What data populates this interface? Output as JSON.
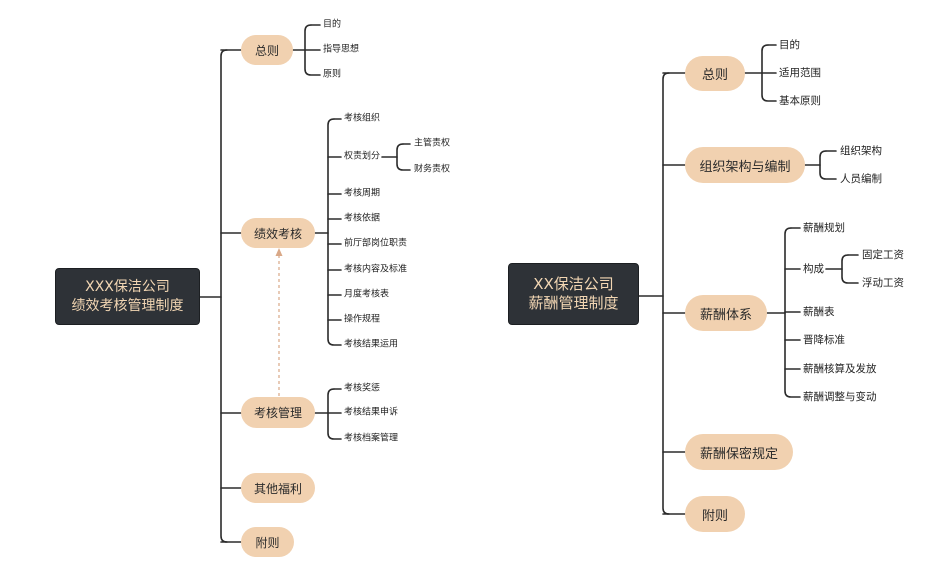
{
  "left": {
    "root": {
      "line1": "XXX保洁公司",
      "line2": "绩效考核管理制度"
    },
    "branches": [
      {
        "label": "总则",
        "children": [
          "目的",
          "指导思想",
          "原则"
        ]
      },
      {
        "label": "绩效考核",
        "children": [
          "考核组织",
          "权责划分",
          "考核周期",
          "考核依据",
          "前厅部岗位职责",
          "考核内容及标准",
          "月度考核表",
          "操作规程",
          "考核结果运用"
        ],
        "sub": [
          "主管责权",
          "财务责权"
        ]
      },
      {
        "label": "考核管理",
        "children": [
          "考核奖惩",
          "考核结果申诉",
          "考核档案管理"
        ]
      },
      {
        "label": "其他福利"
      },
      {
        "label": "附则"
      }
    ]
  },
  "right": {
    "root": {
      "line1": "XX保洁公司",
      "line2": "薪酬管理制度"
    },
    "branches": [
      {
        "label": "总则",
        "children": [
          "目的",
          "适用范围",
          "基本原则"
        ]
      },
      {
        "label": "组织架构与编制",
        "children": [
          "组织架构",
          "人员编制"
        ]
      },
      {
        "label": "薪酬体系",
        "children": [
          "薪酬规划",
          "构成",
          "薪酬表",
          "晋降标准",
          "薪酬核算及发放",
          "薪酬调整与变动"
        ],
        "sub": [
          "固定工资",
          "浮动工资"
        ]
      },
      {
        "label": "薪酬保密规定"
      },
      {
        "label": "附则"
      }
    ]
  },
  "colors": {
    "root_bg": "#2e3237",
    "root_text": "#f2d6b3",
    "pill_bg": "#f1d1b0",
    "line": "#2b2b2b",
    "dashed": "#d9a887"
  }
}
